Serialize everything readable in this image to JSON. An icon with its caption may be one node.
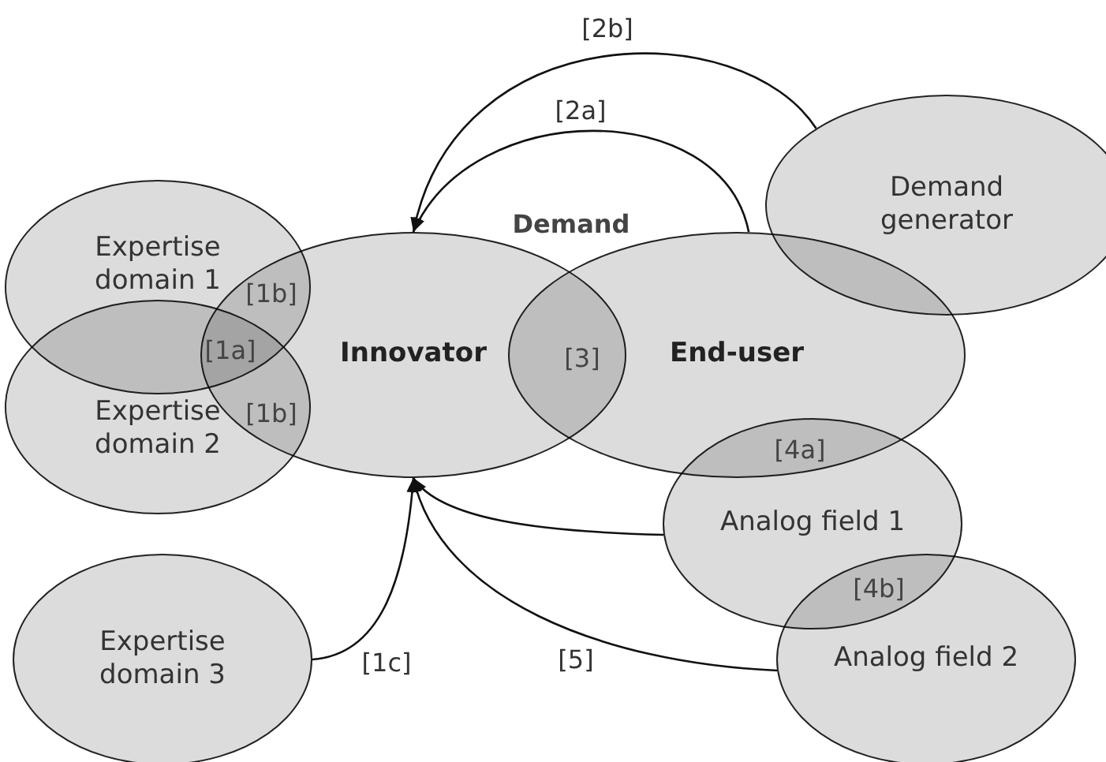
{
  "diagram": {
    "nodes": [
      {
        "text": [
          "Expertise domain 1"
        ]
      },
      {
        "text": [
          "Expertise domain 2"
        ]
      },
      {
        "text": [
          "Innovator"
        ]
      },
      {
        "text": [
          "End-user"
        ]
      },
      {
        "text": [
          "Demand generator"
        ]
      },
      {
        "text": [
          "Analog field 1"
        ]
      },
      {
        "text": [
          "Analog field 2"
        ]
      },
      {
        "text": [
          "Expertise domain 3"
        ]
      }
    ],
    "edges": [
      {
        "from": 4,
        "to": 2,
        "arrow": "to",
        "label": "[2b]"
      },
      {
        "from": 3,
        "to": 2,
        "arrow": "to",
        "label": "[2a]"
      },
      {
        "from": 5,
        "to": 2,
        "arrow": "to"
      },
      {
        "from": 6,
        "to": 2,
        "arrow": "to",
        "label": "[5]"
      },
      {
        "from": 7,
        "to": 2,
        "arrow": "to",
        "label": "[1c]"
      }
    ],
    "labels": [
      "Demand",
      "[1b]",
      "[1a]",
      "[1b]",
      "[3]",
      "[4a]",
      "[4b]"
    ]
  }
}
